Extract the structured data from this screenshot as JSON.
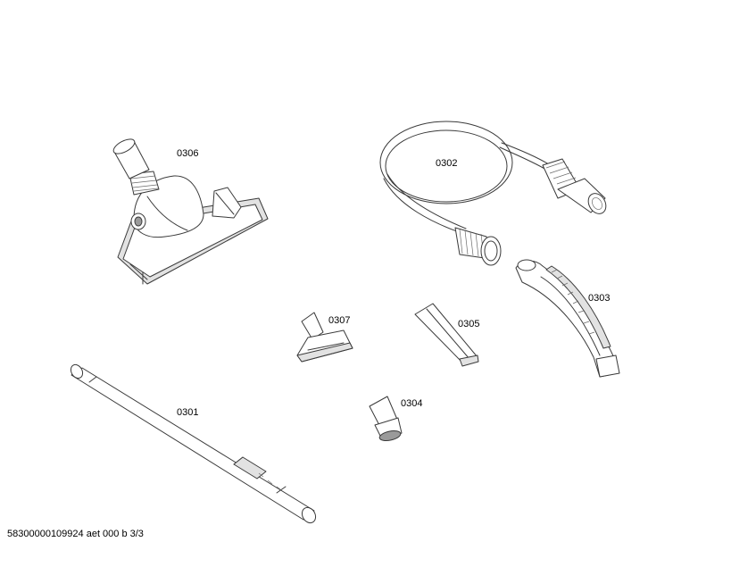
{
  "parts": [
    {
      "id": "0306",
      "label": "0306"
    },
    {
      "id": "0302",
      "label": "0302"
    },
    {
      "id": "0303",
      "label": "0303"
    },
    {
      "id": "0307",
      "label": "0307"
    },
    {
      "id": "0305",
      "label": "0305"
    },
    {
      "id": "0304",
      "label": "0304"
    },
    {
      "id": "0301",
      "label": "0301"
    }
  ],
  "footer": "58300000109924 aet 000 b 3/3"
}
